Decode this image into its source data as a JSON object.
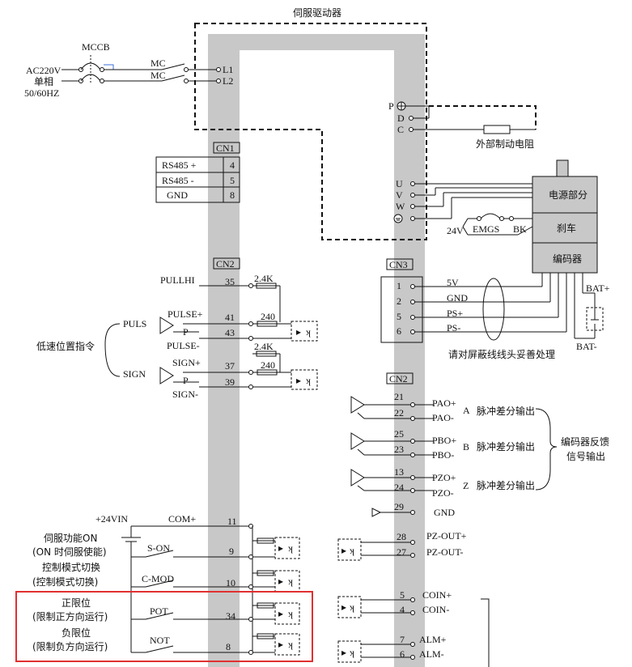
{
  "drive_title": "伺服驱动器",
  "power": {
    "breaker": "MCCB",
    "supply_line1": "AC220V",
    "supply_line2": "单相",
    "supply_line3": "50/60HZ",
    "contactor": "MC",
    "l1": "L1",
    "l2": "L2"
  },
  "brake_res": {
    "p": "P",
    "d": "D",
    "c": "C",
    "label": "外部制动电阻"
  },
  "motor": {
    "u": "U",
    "v": "V",
    "w": "W",
    "power_part": "电源部分",
    "brake": "刹车",
    "encoder": "编码器",
    "v24": "24V",
    "emgs": "EMGS",
    "bk": "BK",
    "bat_plus": "BAT+",
    "bat_minus": "BAT-"
  },
  "cn1": {
    "label": "CN1",
    "rows": [
      {
        "name": "RS485 +",
        "pin": "4"
      },
      {
        "name": "RS485 -",
        "pin": "5"
      },
      {
        "name": "GND",
        "pin": "8"
      }
    ]
  },
  "cn2_left": {
    "label": "CN2",
    "pullhi": "PULLHI",
    "pullhi_pin": "35",
    "r_pull": "2.4K",
    "r_240": "240",
    "puls": "PULS",
    "pulse_plus": "PULSE+",
    "pulse_plus_pin": "41",
    "p_mark": "P",
    "pulse_p_pin": "43",
    "pulse_minus": "PULSE-",
    "sign_plus": "SIGN+",
    "sign_plus_pin": "37",
    "sign": "SIGN",
    "sign_p_pin": "39",
    "sign_minus": "SIGN-",
    "low_speed": "低速位置指令"
  },
  "cn3": {
    "label": "CN3",
    "rows": [
      {
        "pin": "1",
        "sig": "5V"
      },
      {
        "pin": "2",
        "sig": "GND"
      },
      {
        "pin": "5",
        "sig": "PS+"
      },
      {
        "pin": "6",
        "sig": "PS-"
      }
    ],
    "shield_note": "请对屏蔽线线头妥善处理"
  },
  "cn2_right": {
    "label": "CN2",
    "groups": [
      {
        "p_pin": "21",
        "p": "PAO+",
        "n_pin": "22",
        "n": "PAO-",
        "ch": "A",
        "desc": "脉冲差分输出"
      },
      {
        "p_pin": "25",
        "p": "PBO+",
        "n_pin": "23",
        "n": "PBO-",
        "ch": "B",
        "desc": "脉冲差分输出"
      },
      {
        "p_pin": "13",
        "p": "PZO+",
        "n_pin": "24",
        "n": "PZO-",
        "ch": "Z",
        "desc": "脉冲差分输出"
      }
    ],
    "feedback_line1": "编码器反馈",
    "feedback_line2": "信号输出",
    "gnd_pin": "29",
    "gnd": "GND",
    "outputs": [
      {
        "pin": "28",
        "sig": "PZ-OUT+"
      },
      {
        "pin": "27",
        "sig": "PZ-OUT-"
      },
      {
        "pin": "5",
        "sig": "COIN+"
      },
      {
        "pin": "4",
        "sig": "COIN-"
      },
      {
        "pin": "7",
        "sig": "ALM+"
      },
      {
        "pin": "6",
        "sig": "ALM-"
      }
    ]
  },
  "inputs": {
    "v24": "+24VIN",
    "com": "COM+",
    "com_pin": "11",
    "son_desc1": "伺服功能ON",
    "son_desc2": "(ON 时伺服使能)",
    "son": "S-ON",
    "son_pin": "9",
    "mod_desc1": "控制模式切换",
    "mod_desc2": "(控制模式切换)",
    "mod": "C-MOD",
    "mod_pin": "10",
    "pot_desc1": "正限位",
    "pot_desc2": "(限制正方向运行)",
    "pot": "POT",
    "pot_pin": "34",
    "not_desc1": "负限位",
    "not_desc2": "(限制负方向运行)",
    "not": "NOT",
    "not_pin": "8"
  },
  "highlight_color": "#e03030"
}
